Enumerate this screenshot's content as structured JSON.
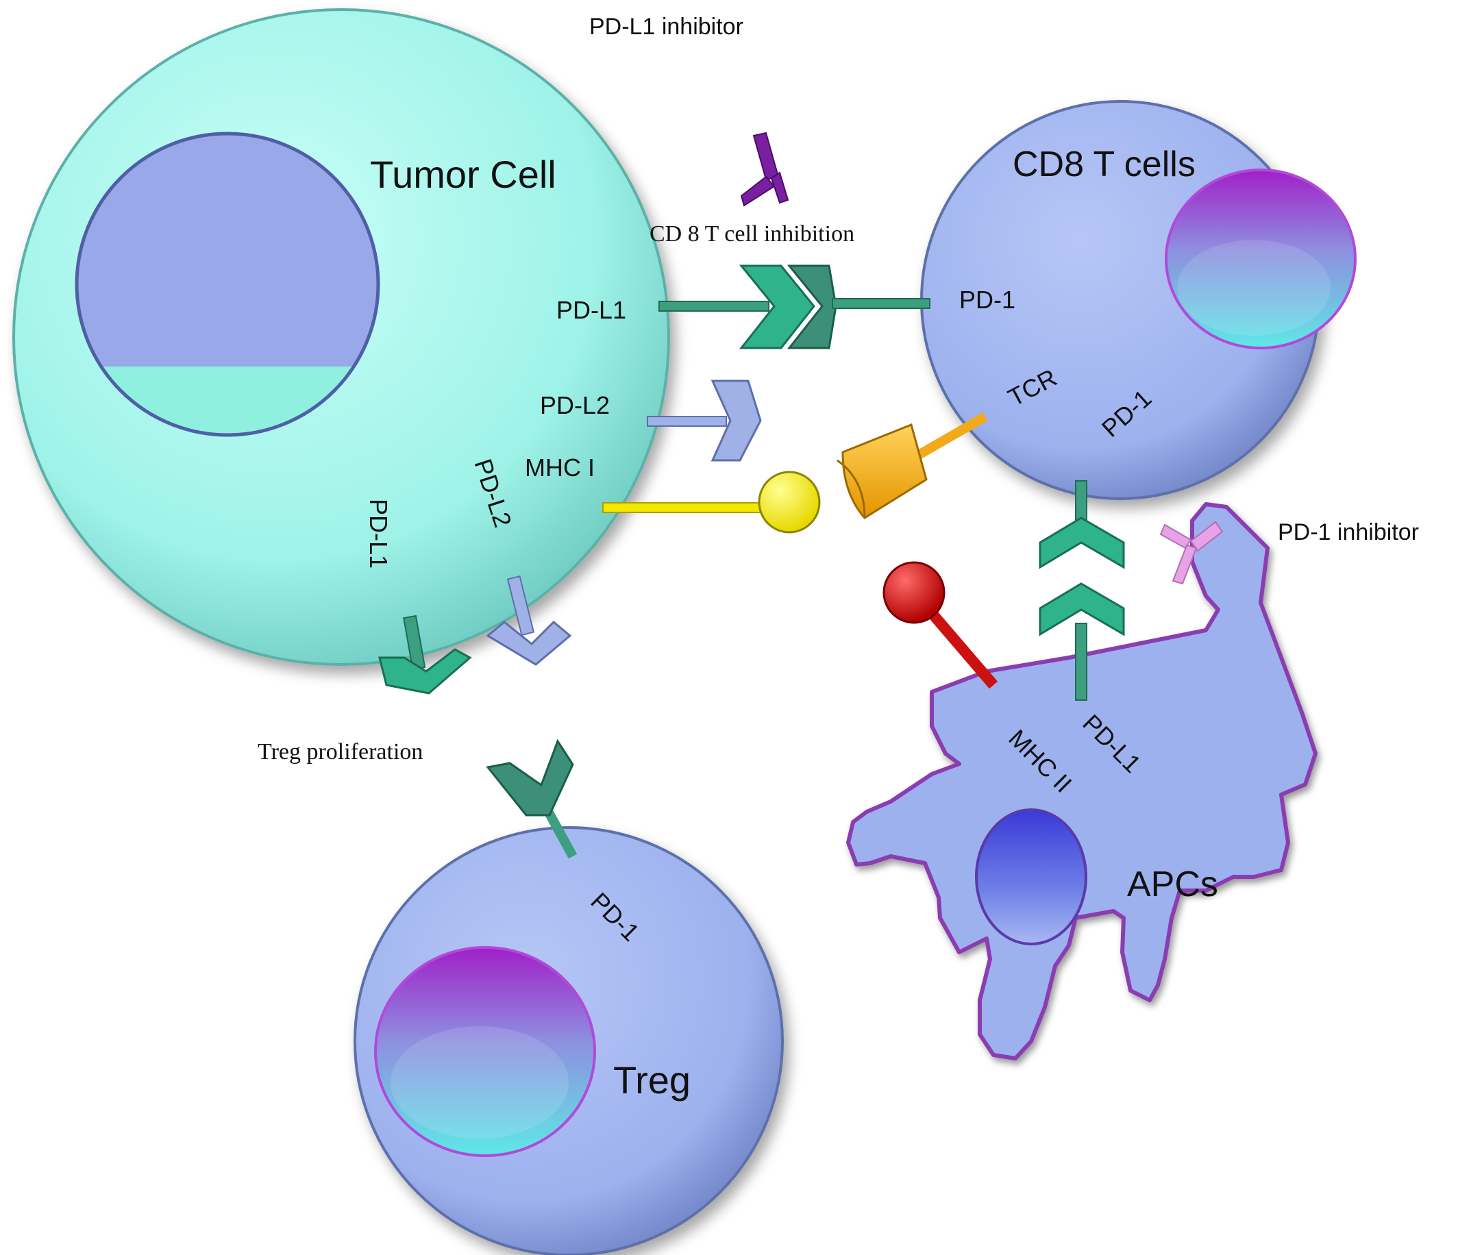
{
  "labels": {
    "pd_l1_inhibitor": "PD-L1 inhibitor",
    "pd_1_inhibitor": "PD-1 inhibitor",
    "cd8_inhibition": "CD 8 T cell inhibition",
    "treg_proliferation": "Treg proliferation"
  },
  "cells": {
    "tumor": {
      "title": "Tumor Cell",
      "pd_l1": "PD-L1",
      "pd_l2": "PD-L2",
      "mhc_i": "MHC I",
      "pd_l1_lower": "PD-L1",
      "pd_l2_lower": "PD-L2"
    },
    "cd8": {
      "title": "CD8 T cells",
      "pd_1": "PD-1",
      "tcr": "TCR",
      "pd_1_lower": "PD-1"
    },
    "apc": {
      "title": "APCs",
      "mhc_ii": "MHC II",
      "pd_l1": "PD-L1"
    },
    "treg": {
      "title": "Treg",
      "pd_1": "PD-1"
    }
  },
  "colors": {
    "tumor_fill": "#9ef2e8",
    "tumor_nucleus": "#98a8e8",
    "lymphocyte_fill": "#9db1ee",
    "receptor_green": "#3c9f80",
    "ligand_blue": "#9fb1e6",
    "mhc_yellow": "#f4e800",
    "tcr_orange": "#f2aa1a",
    "mhc_ii_red": "#cc1111",
    "pd_l1_inhibitor": "#7a1fa2",
    "pd_1_inhibitor": "#e8a3e8",
    "membrane_purple": "#8a3db0"
  }
}
